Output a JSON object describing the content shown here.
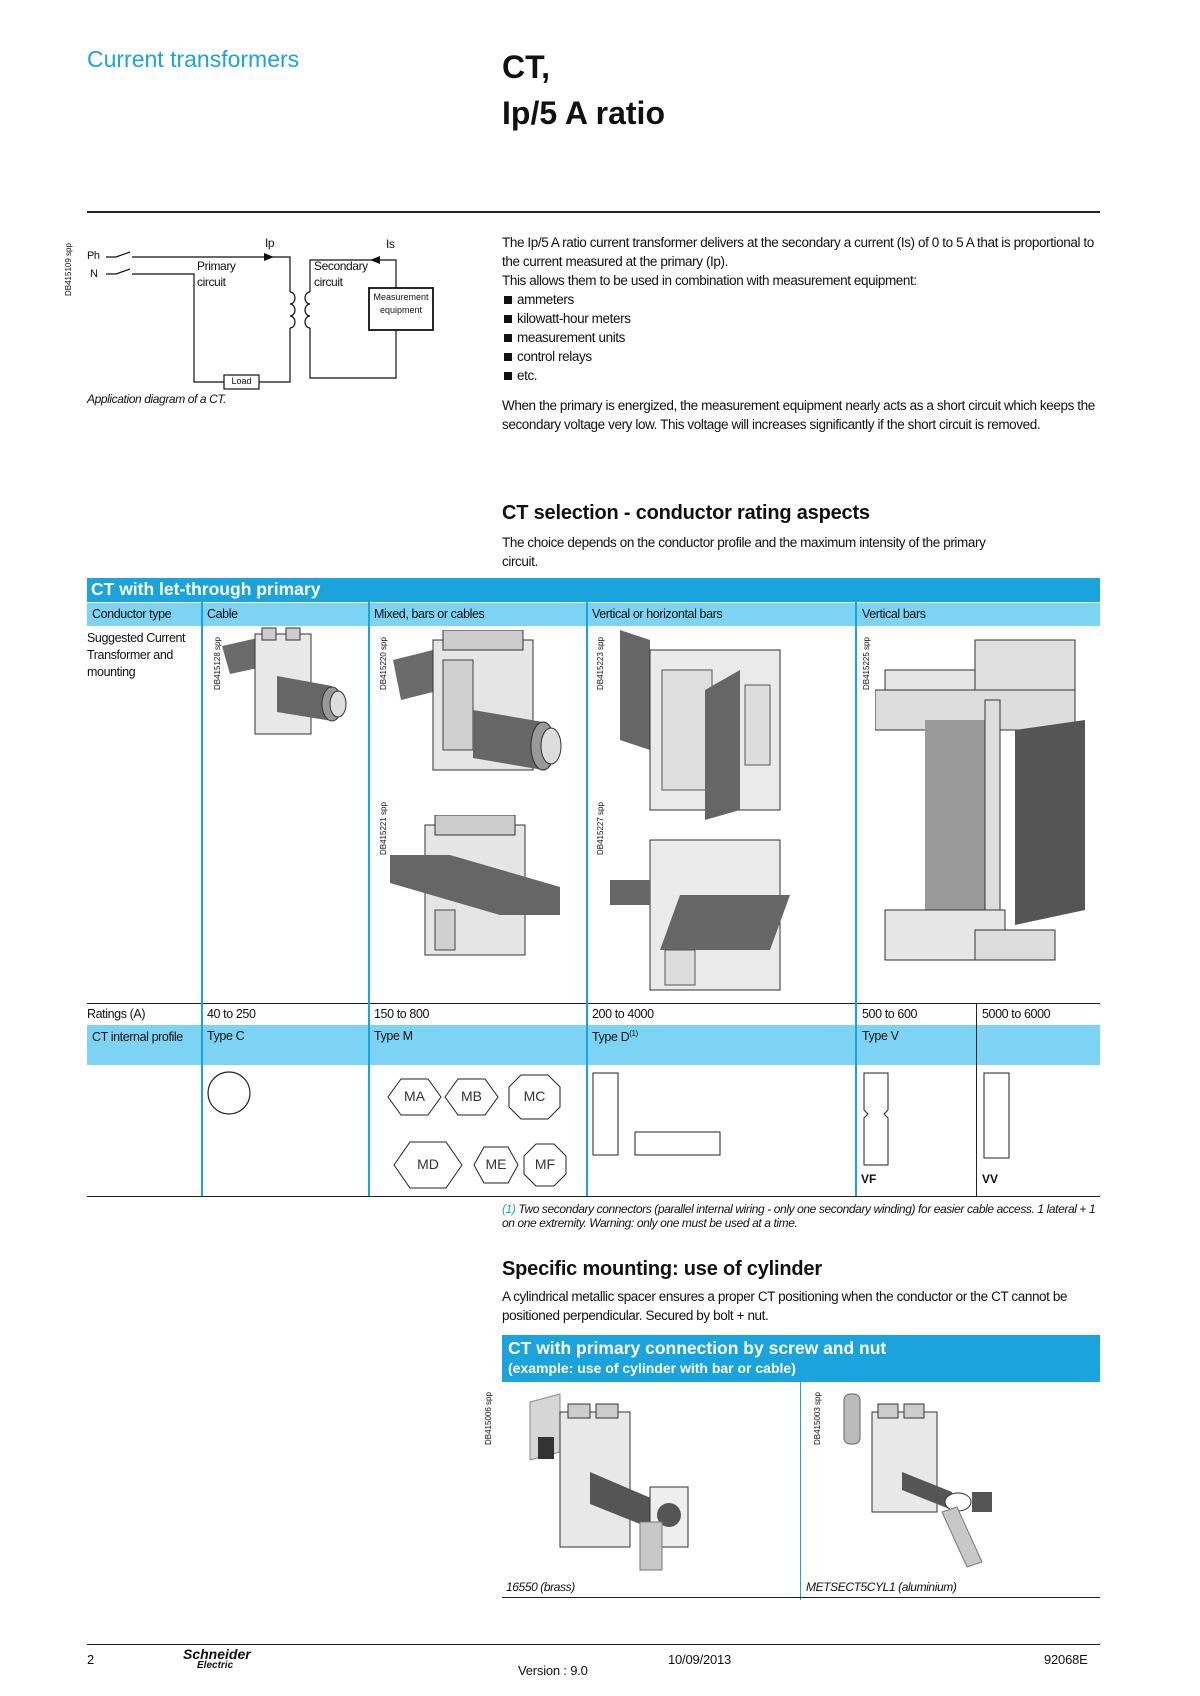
{
  "header": {
    "section": "Current transformers",
    "title_line1": "CT,",
    "title_line2": "Ip/5 A ratio"
  },
  "diagram": {
    "code": "DB415109 spp",
    "ph": "Ph",
    "n": "N",
    "ip": "Ip",
    "is": "Is",
    "primary1": "Primary",
    "primary2": "circuit",
    "secondary1": "Secondary",
    "secondary2": "circuit",
    "meas1": "Measurement",
    "meas2": "equipment",
    "load": "Load",
    "caption": "Application diagram of a CT."
  },
  "intro": {
    "p1": "The Ip/5 A ratio current transformer delivers at the secondary a current (Is) of 0 to 5 A that is proportional to the current measured at the primary (Ip).",
    "p2": "This allows them to be used in combination with measurement equipment:",
    "bullets": [
      "ammeters",
      "kilowatt-hour meters",
      "measurement units",
      "control relays",
      "etc."
    ],
    "p3": "When the primary is energized, the measurement equipment nearly acts as a short circuit which keeps the secondary voltage very low. This voltage will increases significantly if the short circuit is removed."
  },
  "selection": {
    "heading": "CT selection - conductor rating aspects",
    "text": "The choice depends on the conductor profile and the maximum intensity of the primary circuit."
  },
  "table": {
    "title": "CT with let-through primary",
    "col_label": "Conductor type",
    "columns": [
      "Cable",
      "Mixed, bars or cables",
      "Vertical or horizontal bars",
      "Vertical bars"
    ],
    "row_label": "Suggested Current Transformer and mounting",
    "codes": [
      "DB415128 spp",
      "DB415220 spp",
      "DB415223 spp",
      "DB415225 spp",
      "DB415221 spp",
      "DB415227 spp"
    ],
    "ratings_label": "Ratings (A)",
    "ratings": [
      "40 to 250",
      "150 to 800",
      "200 to 4000",
      "500 to 600",
      "5000 to 6000"
    ],
    "profile_label": "CT internal profile",
    "profiles": [
      "Type C",
      "Type M",
      "Type D",
      "Type V"
    ],
    "profile_sup": "(1)",
    "m_shapes": [
      "MA",
      "MB",
      "MC",
      "MD",
      "ME",
      "MF"
    ],
    "v_shapes": [
      "VF",
      "VV"
    ],
    "footnote_mark": "(1)",
    "footnote": "Two secondary connectors (parallel internal wiring - only one secondary winding) for easier cable access. 1 lateral + 1 on one extremity. Warning: only one must be used at a time."
  },
  "mounting": {
    "heading": "Specific mounting: use of cylinder",
    "text": "A cylindrical metallic spacer ensures a proper CT positioning when the conductor or the CT cannot be positioned perpendicular. Secured by bolt + nut.",
    "bar_title": "CT with primary connection by screw and nut",
    "bar_subtitle": "(example: use of cylinder with bar or cable)",
    "codes": [
      "DB415006 spp",
      "DB415003 spp"
    ],
    "captions": [
      "16550 (brass)",
      "METSECT5CYL1 (aluminium)"
    ]
  },
  "footer": {
    "page": "2",
    "brand1": "Schneider",
    "brand2": "Electric",
    "version": "Version : 9.0",
    "date": "10/09/2013",
    "doc": "92068E"
  },
  "colors": {
    "accent": "#1aa3dd",
    "band": "#7dd3f3"
  }
}
